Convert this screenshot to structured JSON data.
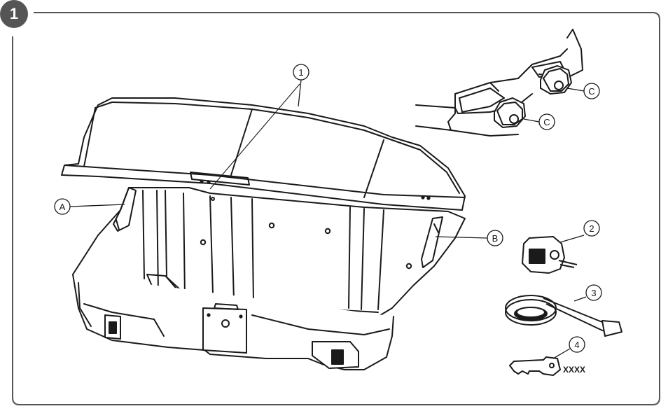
{
  "step": {
    "number": "1"
  },
  "callouts": {
    "top_case": "1",
    "lock_cylinder": "2",
    "strap": "3",
    "key": "4",
    "hinge_left": "A",
    "hinge_right": "B",
    "knob_upper": "C",
    "knob_lower": "C"
  },
  "key_code": "XXXX",
  "colors": {
    "frame": "#555555",
    "line": "#1a1a1a",
    "badge": "#555555"
  }
}
